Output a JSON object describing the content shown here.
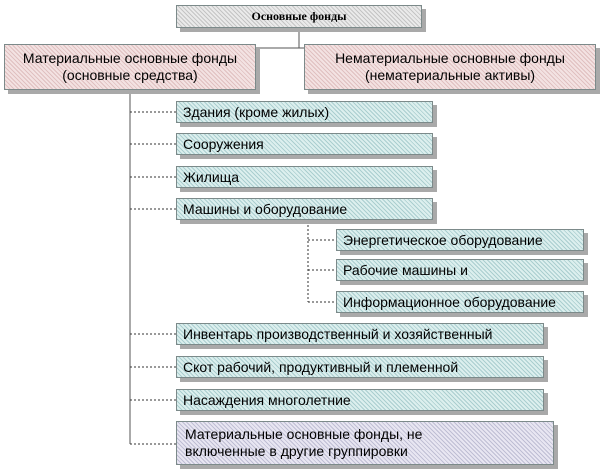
{
  "root": "Основные фонды",
  "material": {
    "line1": "Материальные основные фонды",
    "line2": "(основные средства)"
  },
  "immaterial": {
    "line1": "Нематериальные основные фонды",
    "line2": "(нематериальные активы)"
  },
  "items": [
    "Здания (кроме жилых)",
    "Сооружения",
    "Жилища",
    "Машины и оборудование",
    "Инвентарь производственный и хозяйственный",
    "Скот рабочий, продуктивный и племенной",
    "Насаждения многолетние"
  ],
  "subitems": [
    "Энергетическое оборудование",
    "Рабочие машины и",
    "Информационное оборудование"
  ],
  "last_item": {
    "line1": "Материальные основные фонды, не",
    "line2": "включенные в другие группировки"
  }
}
